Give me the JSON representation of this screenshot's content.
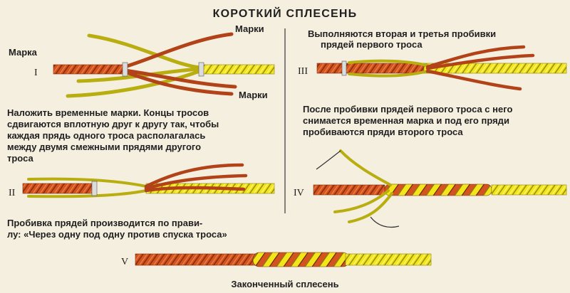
{
  "title": "КОРОТКИЙ СПЛЕСЕНЬ",
  "colors": {
    "rope_orange": "#d4541f",
    "rope_yellow": "#f2e51a",
    "twist_line": "#5a2a10",
    "marker_white": "#dcdcdc",
    "text": "#1f1f1f",
    "background": "#f5efe0"
  },
  "steps": [
    {
      "numeral": "I",
      "markers": [
        "Марка",
        "Марки",
        "Марки"
      ],
      "caption": [
        "Наложить временные марки. Концы тросов",
        "сдвигаются вплотную друг к другу так, чтобы",
        "каждая прядь одного троса располагалась",
        "между двумя смежными прядями другого",
        "троса"
      ]
    },
    {
      "numeral": "II",
      "caption": [
        "Пробивка прядей  производится по прави-",
        "лу: «Через одну под одну против спуска троса»"
      ]
    },
    {
      "numeral": "III",
      "caption": [
        "Выполняются  вторая  и  третья  пробивки",
        "прядей первого троса"
      ]
    },
    {
      "numeral": "IV",
      "caption": [
        "После пробивки прядей первого троса с него",
        "снимается временная марка и под его пряди",
        "пробиваются пряди второго троса"
      ]
    },
    {
      "numeral": "V",
      "caption": [
        "Законченный сплесень"
      ]
    }
  ]
}
